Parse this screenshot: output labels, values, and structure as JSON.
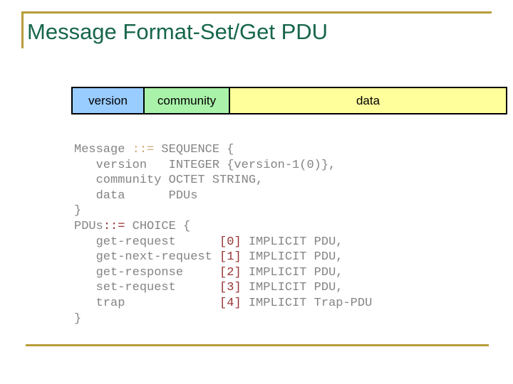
{
  "slide": {
    "title": "Message Format-Set/Get PDU"
  },
  "colors": {
    "accent-gold": "#B79C3A",
    "title-green": "#17664A",
    "code-gray": "#848484",
    "assign-tan": "#D0A878",
    "tag-maroon": "#993333",
    "cell-border": "#000000",
    "cell-text": "#000000"
  },
  "pdu_table": {
    "fields": [
      {
        "label": "version",
        "fill": "#99CCFF"
      },
      {
        "label": "community",
        "fill": "#AAF2AA"
      },
      {
        "label": "data",
        "fill": "#FFFF9B"
      }
    ]
  },
  "code": {
    "lines": [
      [
        {
          "text": "Message ",
          "cls": "plain"
        },
        {
          "text": "::=",
          "cls": "tan"
        },
        {
          "text": " SEQUENCE {",
          "cls": "plain"
        }
      ],
      [
        {
          "text": "   version   INTEGER {version-1(0)},",
          "cls": "plain"
        }
      ],
      [
        {
          "text": "   community OCTET STRING,",
          "cls": "plain"
        }
      ],
      [
        {
          "text": "   data      PDUs",
          "cls": "plain"
        }
      ],
      [
        {
          "text": "}",
          "cls": "plain"
        }
      ],
      [
        {
          "text": "PDUs",
          "cls": "plain"
        },
        {
          "text": "::=",
          "cls": "maroon"
        },
        {
          "text": " CHOICE {",
          "cls": "plain"
        }
      ],
      [
        {
          "text": "   get-request      ",
          "cls": "plain"
        },
        {
          "text": "[0]",
          "cls": "maroon"
        },
        {
          "text": " IMPLICIT PDU,",
          "cls": "plain"
        }
      ],
      [
        {
          "text": "   get-next-request ",
          "cls": "plain"
        },
        {
          "text": "[1]",
          "cls": "maroon"
        },
        {
          "text": " IMPLICIT PDU,",
          "cls": "plain"
        }
      ],
      [
        {
          "text": "   get-response     ",
          "cls": "plain"
        },
        {
          "text": "[2]",
          "cls": "maroon"
        },
        {
          "text": " IMPLICIT PDU,",
          "cls": "plain"
        }
      ],
      [
        {
          "text": "   set-request      ",
          "cls": "plain"
        },
        {
          "text": "[3]",
          "cls": "maroon"
        },
        {
          "text": " IMPLICIT PDU,",
          "cls": "plain"
        }
      ],
      [
        {
          "text": "   trap             ",
          "cls": "plain"
        },
        {
          "text": "[4]",
          "cls": "maroon"
        },
        {
          "text": " IMPLICIT Trap-PDU",
          "cls": "plain"
        }
      ],
      [
        {
          "text": "}",
          "cls": "plain"
        }
      ]
    ]
  }
}
